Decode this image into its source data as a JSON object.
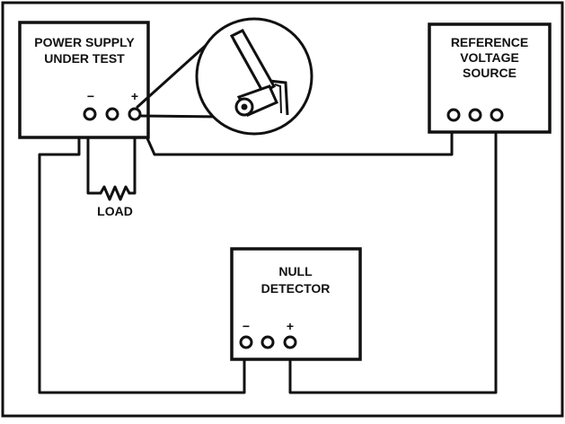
{
  "figure": {
    "blocks": {
      "power_supply": {
        "line1": "POWER SUPPLY",
        "line2": "UNDER TEST",
        "minus_sign": "−",
        "plus_sign": "+"
      },
      "reference": {
        "line1": "REFERENCE",
        "line2": "VOLTAGE",
        "line3": "SOURCE"
      },
      "null_detector": {
        "line1": "NULL",
        "line2": "DETECTOR",
        "minus_sign": "−",
        "plus_sign": "+"
      }
    },
    "load": {
      "label": "LOAD"
    },
    "detail_inset": {
      "icon": "probe-clip-on-terminal-icon"
    }
  }
}
